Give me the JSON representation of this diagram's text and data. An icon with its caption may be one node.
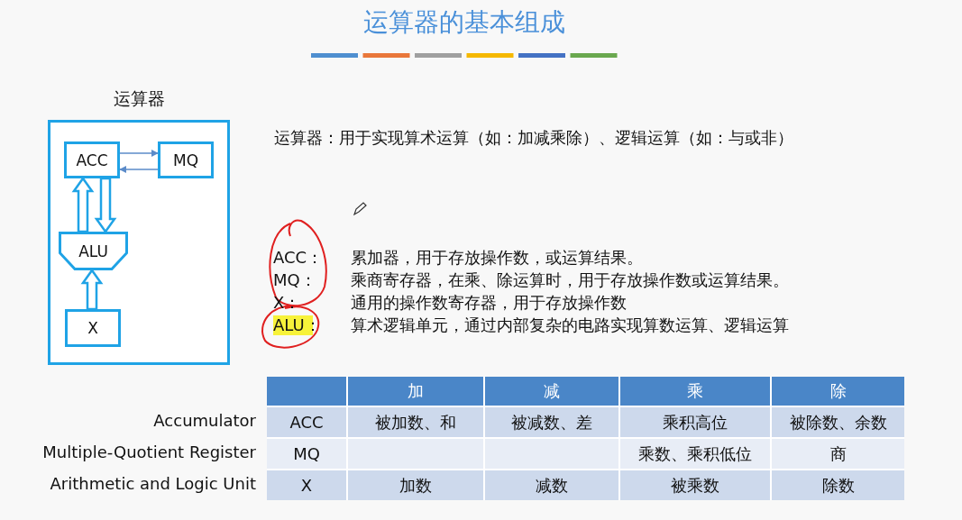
{
  "diagram": {
    "title": "运算器的基本组成",
    "nodes": [
      {
        "text": [
          "运算器"
        ]
      },
      {
        "text": [
          "ACC"
        ],
        "in": 0
      },
      {
        "text": [
          "MQ"
        ],
        "in": 0
      },
      {
        "text": [
          "ALU"
        ],
        "in": 0
      },
      {
        "text": [
          "X"
        ],
        "in": 0
      }
    ],
    "edges": [
      {
        "from": 1,
        "to": 2,
        "arrow": "to",
        "color": "#5b8bc9"
      },
      {
        "from": 2,
        "to": 1,
        "arrow": "to",
        "color": "#5b8bc9"
      },
      {
        "from": 3,
        "to": 1,
        "arrow": "to",
        "style": "thick"
      },
      {
        "from": 1,
        "to": 3,
        "arrow": "to",
        "style": "thick"
      },
      {
        "from": 4,
        "to": 3,
        "arrow": "to",
        "style": "thick"
      }
    ],
    "labels": [
      "运算器：用于实现算术运算（如：加减乘除）、逻辑运算（如：与或非）",
      "ACC：",
      "累加器，用于存放操作数，或运算结果。",
      "MQ：",
      "乘商寄存器，在乘、除运算时，用于存放操作数或运算结果。",
      "X：",
      "通用的操作数寄存器，用于存放操作数",
      "ALU：",
      "算术逻辑单元，通过内部复杂的电路实现算数运算、逻辑运算",
      "加",
      "减",
      "乘",
      "除",
      "Accumulator",
      "ACC",
      "被加数、和",
      "被减数、差",
      "乘积高位",
      "被除数、余数",
      "Multiple-Quotient Register",
      "MQ",
      "乘数、乘积低位",
      "商",
      "Arithmetic and Logic Unit",
      "X",
      "加数",
      "减数",
      "被乘数",
      "除数"
    ]
  }
}
